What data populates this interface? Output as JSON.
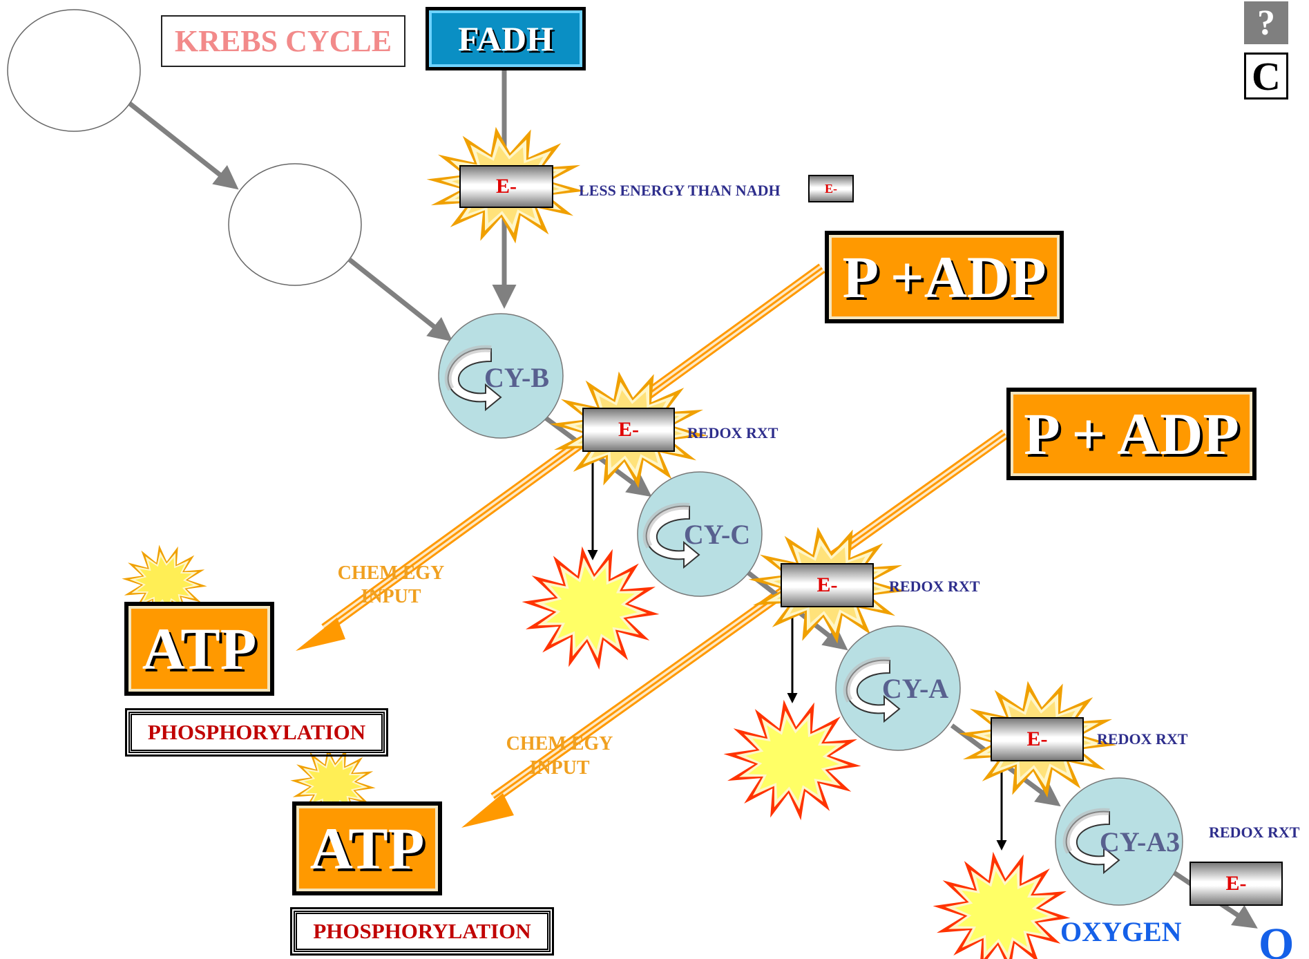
{
  "krebs_label": "KREBS CYCLE",
  "fadh_label": "FADH",
  "help_button": "?",
  "c_button": "C",
  "less_energy_text": "LESS ENERGY THAN NADH",
  "electron_label": "E-",
  "padp_labels": [
    "P +ADP",
    "P + ADP"
  ],
  "atp_label": "ATP",
  "phosphorylation_label": "PHOSPHORYLATION",
  "chem_egy_lines": [
    "CHEM EGY",
    "INPUT"
  ],
  "redox_label": "REDOX RXT",
  "cytochromes": [
    "CY-B",
    "CY-C",
    "CY-A",
    "CY-A3"
  ],
  "oxygen_label": "OXYGEN",
  "oxygen_symbol": "O",
  "colors": {
    "cytochrome_fill": "#b8dfe3",
    "orange": "#ff9900",
    "chem_text": "#f0a020",
    "redox_text": "#2e2e8c",
    "electron_text": "#e00000",
    "fadh_fill": "#0a8fc4",
    "oxygen_text": "#1560e8"
  }
}
